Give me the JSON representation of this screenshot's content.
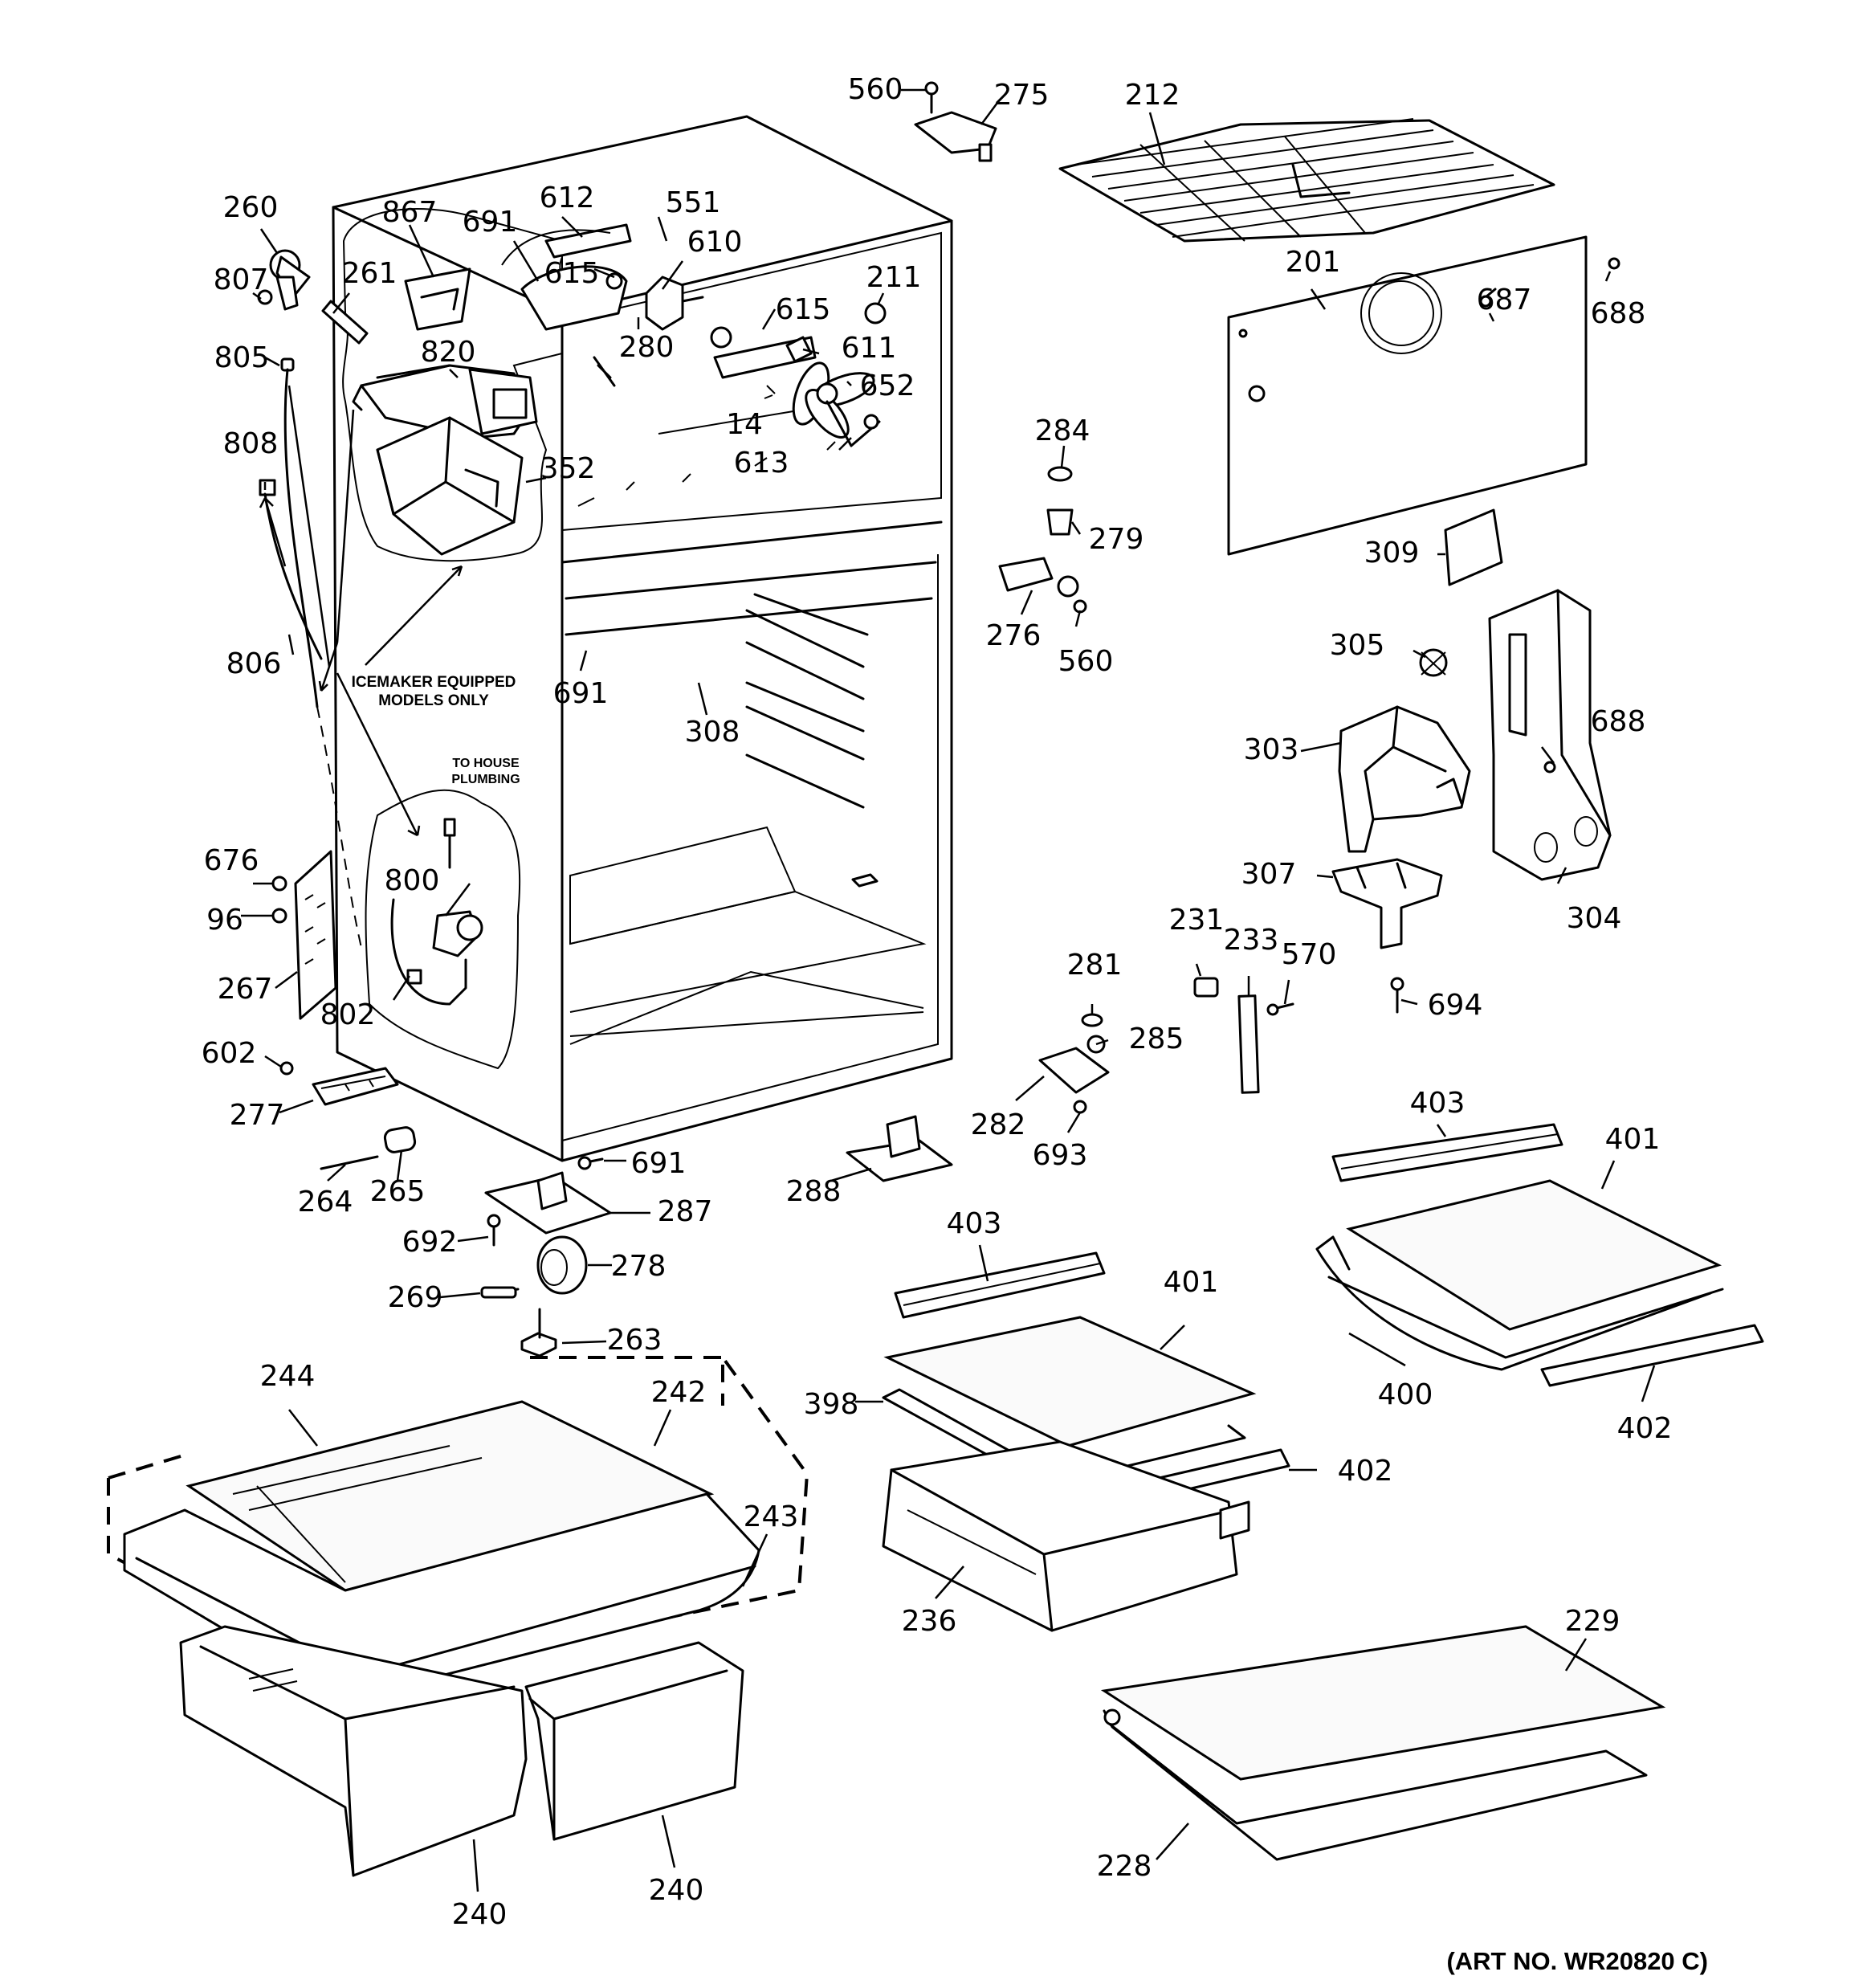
{
  "diagram": {
    "notes": {
      "icemaker": [
        "ICEMAKER EQUIPPED",
        "MODELS ONLY"
      ],
      "plumbing": [
        "TO HOUSE",
        "PLUMBING"
      ],
      "art_no": "(ART NO. WR20820 C)"
    },
    "labels": [
      {
        "id": "lbl-560-top",
        "text": "560"
      },
      {
        "id": "lbl-275",
        "text": "275"
      },
      {
        "id": "lbl-212",
        "text": "212"
      },
      {
        "id": "lbl-260",
        "text": "260"
      },
      {
        "id": "lbl-867",
        "text": "867"
      },
      {
        "id": "lbl-691-top",
        "text": "691"
      },
      {
        "id": "lbl-612",
        "text": "612"
      },
      {
        "id": "lbl-551",
        "text": "551"
      },
      {
        "id": "lbl-610",
        "text": "610"
      },
      {
        "id": "lbl-201",
        "text": "201"
      },
      {
        "id": "lbl-807",
        "text": "807"
      },
      {
        "id": "lbl-261",
        "text": "261"
      },
      {
        "id": "lbl-615-a",
        "text": "615"
      },
      {
        "id": "lbl-211",
        "text": "211"
      },
      {
        "id": "lbl-687",
        "text": "687"
      },
      {
        "id": "lbl-688-top",
        "text": "688"
      },
      {
        "id": "lbl-615-b",
        "text": "615"
      },
      {
        "id": "lbl-805",
        "text": "805"
      },
      {
        "id": "lbl-820",
        "text": "820"
      },
      {
        "id": "lbl-280",
        "text": "280"
      },
      {
        "id": "lbl-611",
        "text": "611"
      },
      {
        "id": "lbl-652",
        "text": "652"
      },
      {
        "id": "lbl-14",
        "text": "14"
      },
      {
        "id": "lbl-284",
        "text": "284"
      },
      {
        "id": "lbl-808",
        "text": "808"
      },
      {
        "id": "lbl-613",
        "text": "613"
      },
      {
        "id": "lbl-352",
        "text": "352"
      },
      {
        "id": "lbl-279",
        "text": "279"
      },
      {
        "id": "lbl-309",
        "text": "309"
      },
      {
        "id": "lbl-276",
        "text": "276"
      },
      {
        "id": "lbl-560-mid",
        "text": "560"
      },
      {
        "id": "lbl-305",
        "text": "305"
      },
      {
        "id": "lbl-806",
        "text": "806"
      },
      {
        "id": "lbl-691-mid",
        "text": "691"
      },
      {
        "id": "lbl-308",
        "text": "308"
      },
      {
        "id": "lbl-688-mid",
        "text": "688"
      },
      {
        "id": "lbl-303",
        "text": "303"
      },
      {
        "id": "lbl-676",
        "text": "676"
      },
      {
        "id": "lbl-800",
        "text": "800"
      },
      {
        "id": "lbl-307",
        "text": "307"
      },
      {
        "id": "lbl-96",
        "text": "96"
      },
      {
        "id": "lbl-304",
        "text": "304"
      },
      {
        "id": "lbl-231",
        "text": "231"
      },
      {
        "id": "lbl-233",
        "text": "233"
      },
      {
        "id": "lbl-570",
        "text": "570"
      },
      {
        "id": "lbl-267",
        "text": "267"
      },
      {
        "id": "lbl-802",
        "text": "802"
      },
      {
        "id": "lbl-281",
        "text": "281"
      },
      {
        "id": "lbl-694",
        "text": "694"
      },
      {
        "id": "lbl-602",
        "text": "602"
      },
      {
        "id": "lbl-285",
        "text": "285"
      },
      {
        "id": "lbl-277",
        "text": "277"
      },
      {
        "id": "lbl-282",
        "text": "282"
      },
      {
        "id": "lbl-403-right",
        "text": "403"
      },
      {
        "id": "lbl-401-right",
        "text": "401"
      },
      {
        "id": "lbl-693",
        "text": "693"
      },
      {
        "id": "lbl-691-low",
        "text": "691"
      },
      {
        "id": "lbl-288",
        "text": "288"
      },
      {
        "id": "lbl-265",
        "text": "265"
      },
      {
        "id": "lbl-264",
        "text": "264"
      },
      {
        "id": "lbl-287",
        "text": "287"
      },
      {
        "id": "lbl-692",
        "text": "692"
      },
      {
        "id": "lbl-403-mid",
        "text": "403"
      },
      {
        "id": "lbl-401-mid",
        "text": "401"
      },
      {
        "id": "lbl-278",
        "text": "278"
      },
      {
        "id": "lbl-269",
        "text": "269"
      },
      {
        "id": "lbl-263",
        "text": "263"
      },
      {
        "id": "lbl-400",
        "text": "400"
      },
      {
        "id": "lbl-244",
        "text": "244"
      },
      {
        "id": "lbl-242",
        "text": "242"
      },
      {
        "id": "lbl-398",
        "text": "398"
      },
      {
        "id": "lbl-402-right",
        "text": "402"
      },
      {
        "id": "lbl-402-mid",
        "text": "402"
      },
      {
        "id": "lbl-243",
        "text": "243"
      },
      {
        "id": "lbl-236",
        "text": "236"
      },
      {
        "id": "lbl-229",
        "text": "229"
      },
      {
        "id": "lbl-240-right",
        "text": "240"
      },
      {
        "id": "lbl-228",
        "text": "228"
      },
      {
        "id": "lbl-240-left",
        "text": "240"
      }
    ]
  }
}
